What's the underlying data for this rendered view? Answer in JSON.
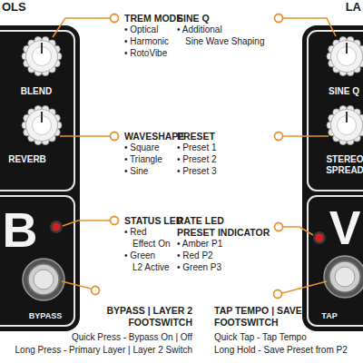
{
  "diagram": {
    "nodes": [
      {
        "text": [
          "BLEND",
          "REVERB",
          "B",
          "BYPASS"
        ]
      },
      {
        "text": [
          "SINE Q",
          "STEREO SPREAD",
          "V",
          "TAP"
        ]
      }
    ],
    "labels": [
      "OLS",
      "TREM MODE",
      "• Optical",
      "• Harmonic",
      "• RotoVibe",
      "WAVESHAPE",
      "• Square",
      "• Triangle",
      "• Sine",
      "STATUS LED",
      "• Red",
      "Effect On",
      "• Green",
      "L2 Active",
      "BYPASS | LAYER 2",
      "FOOTSWITCH",
      "Quick Press - Bypass On | Off",
      "Long Press - Primary Layer | Layer 2 Switch",
      "LA",
      "SINE Q",
      "• Additional",
      "Sine Wave Shaping",
      "PRESET",
      "• Preset 1",
      "• Preset 2",
      "• Preset 3",
      "RATE LED",
      "PRESET INDICATOR",
      "• Amber P1",
      "• Red P2",
      "• Green P3",
      "TAP TEMPO | SAVE",
      "FOOTSWITCH",
      "Quick Tap - Tap Tempo",
      "Long Hold - Save Preset from P2"
    ]
  }
}
